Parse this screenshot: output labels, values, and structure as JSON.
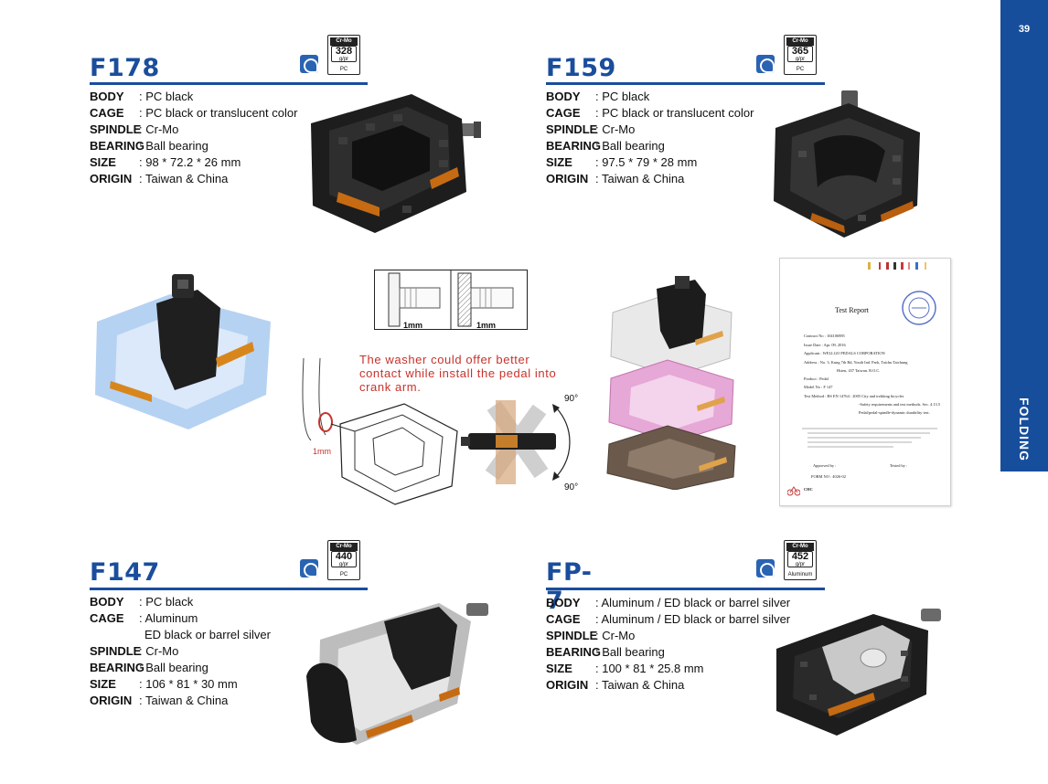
{
  "page": {
    "number": "39",
    "section": "FOLDING",
    "accent": "#1a4d9c"
  },
  "products": [
    {
      "model": "F178",
      "badge": {
        "material_top": "Cr-Mo",
        "weight": "328",
        "unit": "g/pr",
        "material_bottom": "PC"
      },
      "specs": [
        {
          "key": "BODY",
          "value": ": PC black"
        },
        {
          "key": "CAGE",
          "value": ": PC black or translucent color"
        },
        {
          "key": "SPINDLE",
          "value": ": Cr-Mo"
        },
        {
          "key": "BEARING",
          "value": ": Ball bearing"
        },
        {
          "key": "SIZE",
          "value": ": 98 * 72.2 * 26 mm"
        },
        {
          "key": "ORIGIN",
          "value": ": Taiwan & China"
        }
      ]
    },
    {
      "model": "F159",
      "badge": {
        "material_top": "Cr-Mo",
        "weight": "365",
        "unit": "g/pr",
        "material_bottom": "PC"
      },
      "specs": [
        {
          "key": "BODY",
          "value": ": PC black"
        },
        {
          "key": "CAGE",
          "value": ": PC black or translucent color"
        },
        {
          "key": "SPINDLE",
          "value": ": Cr-Mo"
        },
        {
          "key": "BEARING",
          "value": ": Ball bearing"
        },
        {
          "key": "SIZE",
          "value": ": 97.5 * 79 * 28 mm"
        },
        {
          "key": "ORIGIN",
          "value": ": Taiwan & China"
        }
      ]
    },
    {
      "model": "F147",
      "badge": {
        "material_top": "Cr-Mo",
        "weight": "440",
        "unit": "g/pr",
        "material_bottom": "PC"
      },
      "specs": [
        {
          "key": "BODY",
          "value": ": PC black"
        },
        {
          "key": "CAGE",
          "value": ": Aluminum"
        },
        {
          "key": "",
          "value": "ED black or barrel silver"
        },
        {
          "key": "SPINDLE",
          "value": ": Cr-Mo"
        },
        {
          "key": "BEARING",
          "value": ": Ball bearing"
        },
        {
          "key": "SIZE",
          "value": ": 106 * 81 * 30 mm"
        },
        {
          "key": "ORIGIN",
          "value": ": Taiwan & China"
        }
      ]
    },
    {
      "model": "FP-7",
      "badge": {
        "material_top": "Cr-Mo",
        "weight": "452",
        "unit": "g/pr",
        "material_bottom": "Aluminum"
      },
      "specs": [
        {
          "key": "BODY",
          "value": ": Aluminum / ED black or barrel silver"
        },
        {
          "key": "CAGE",
          "value": ": Aluminum / ED black or barrel silver"
        },
        {
          "key": "SPINDLE",
          "value": ": Cr-Mo"
        },
        {
          "key": "BEARING",
          "value": ": Ball bearing"
        },
        {
          "key": "SIZE",
          "value": ": 100 * 81 * 25.8 mm"
        },
        {
          "key": "ORIGIN",
          "value": ": Taiwan & China"
        }
      ]
    }
  ],
  "diagram": {
    "note_lines": [
      "The washer could offer better",
      "contact while install the pedal into",
      "crank arm."
    ],
    "gap_left": "1mm",
    "gap_right": "1mm",
    "washer_gap": "1mm",
    "angle_top": "90°",
    "angle_bottom": "90°"
  },
  "certificate": {
    "title": "Test      Report",
    "lines": [
      "Contract No : 104106985",
      "Issue Date : Apr. 09, 2016",
      "Applicant : WELLGO PEDALS CORPORATION",
      "Address : No. 3, Kung 7th Rd, Youth Ind. Park, Taichu Taichung",
      "Hsien, 437 Taiwan. R.O.C.",
      "Product : Pedal",
      "Model No : F 147",
      "Test Method : BS EN 14764 : 2005 City and trekking bicycles",
      "-Safety requirements and test methods. Sec. 4.13.5",
      "Pedal/pedal-spindle-dynamic durability test."
    ],
    "approved_label": "Approved by :",
    "tested_label": "Tested by :",
    "form_no": "FORM NO : 4026-02",
    "org": "CHC"
  }
}
